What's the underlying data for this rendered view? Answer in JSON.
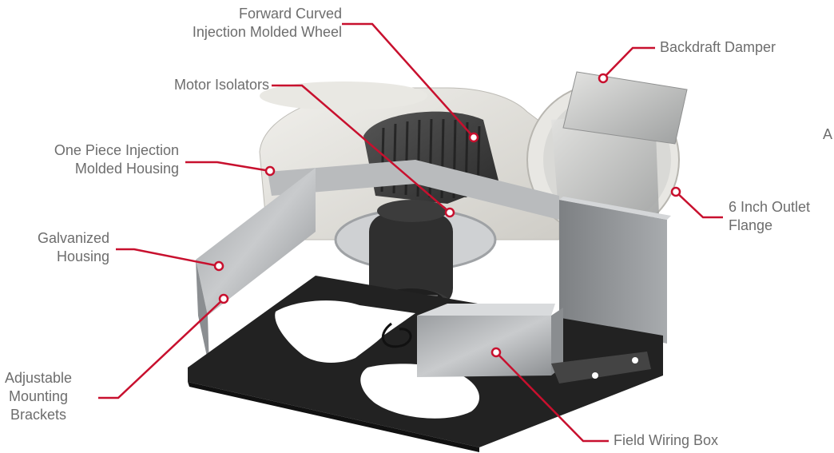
{
  "accent_color": "#c8102e",
  "callouts": [
    {
      "id": "wheel",
      "lines": [
        "Forward Curved",
        "Injection Molded Wheel"
      ]
    },
    {
      "id": "damper",
      "lines": [
        "Backdraft Damper"
      ]
    },
    {
      "id": "isolators",
      "lines": [
        "Motor Isolators"
      ]
    },
    {
      "id": "housing",
      "lines": [
        "One Piece Injection",
        "Molded Housing"
      ]
    },
    {
      "id": "outlet",
      "lines": [
        "6 Inch Outlet",
        "Flange"
      ]
    },
    {
      "id": "galv",
      "lines": [
        "Galvanized",
        "Housing"
      ]
    },
    {
      "id": "brackets",
      "lines": [
        "Adjustable",
        "Mounting",
        "Brackets"
      ]
    },
    {
      "id": "wiring",
      "lines": [
        "Field Wiring Box"
      ]
    },
    {
      "id": "cut",
      "lines": [
        "A"
      ]
    }
  ],
  "illustration": {
    "subject": "bathroom-exhaust-fan-assembly-icon"
  }
}
